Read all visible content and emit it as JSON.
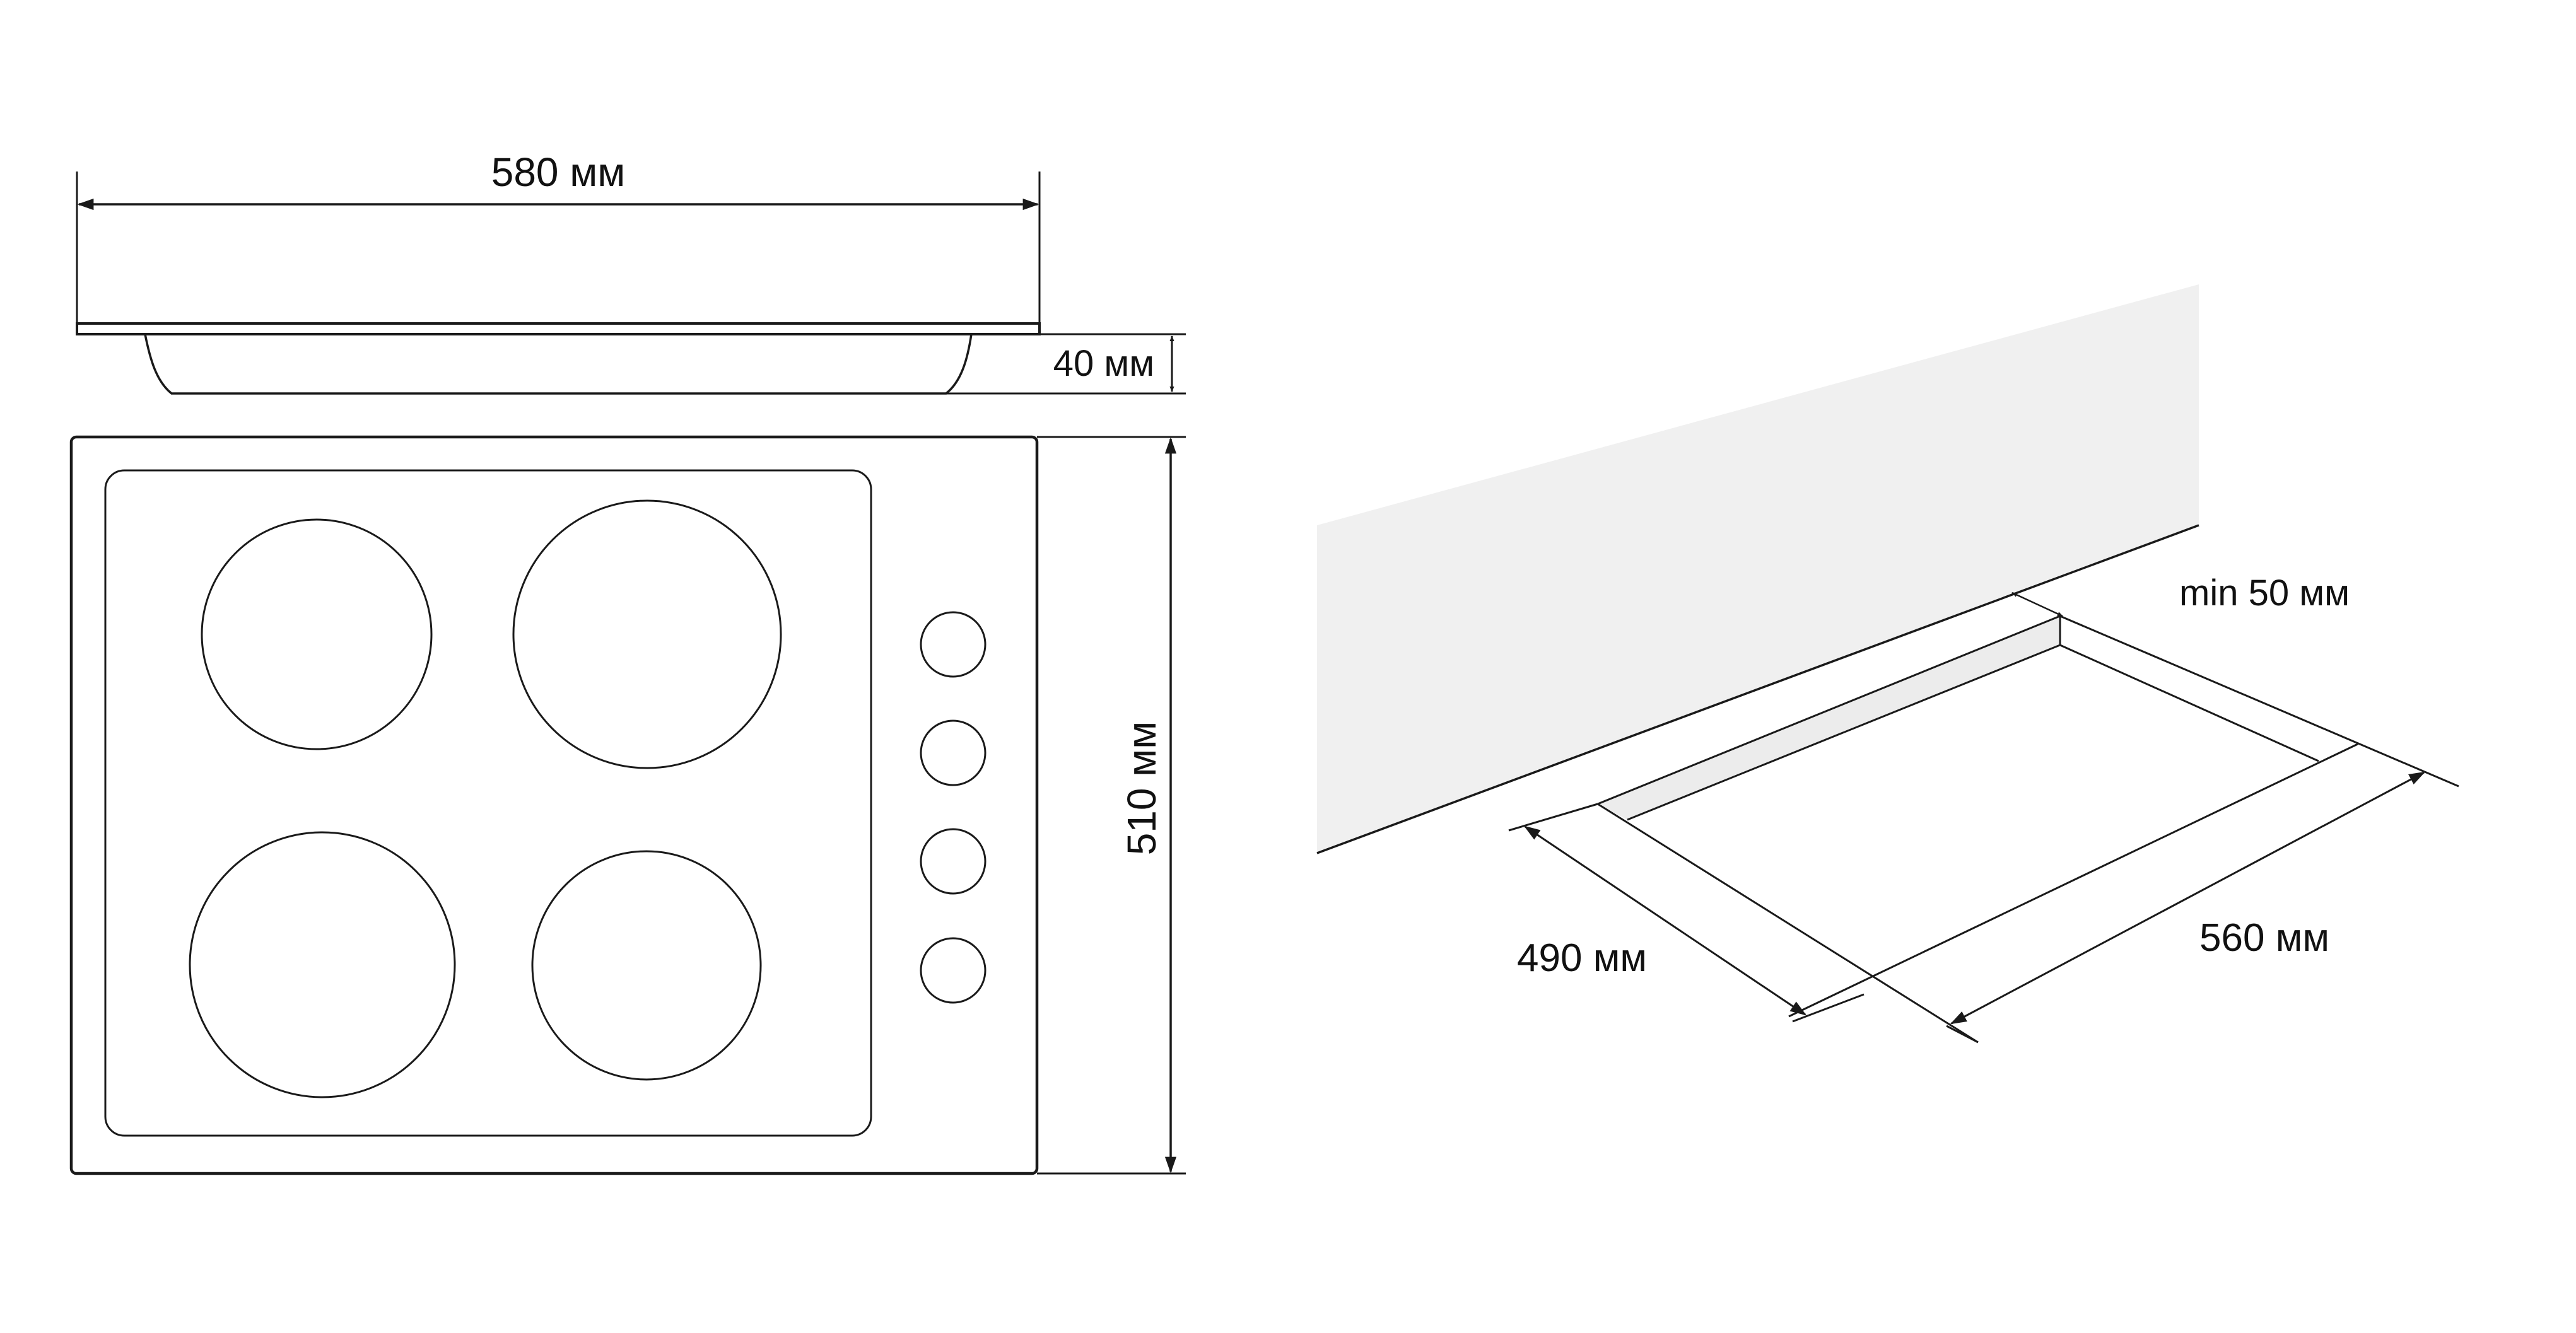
{
  "hob_dimensions": {
    "width_label": "580 мм",
    "height_label": "40 мм",
    "depth_label": "510 мм"
  },
  "cutout_dimensions": {
    "wall_gap_label": "min 50 мм",
    "depth_label": "490 мм",
    "width_label": "560 мм"
  },
  "hob": {
    "burner_count": 4,
    "knob_count": 4
  },
  "colors": {
    "line": "#1a1a1a",
    "wall": "#f0f0f0",
    "background": "#ffffff"
  }
}
